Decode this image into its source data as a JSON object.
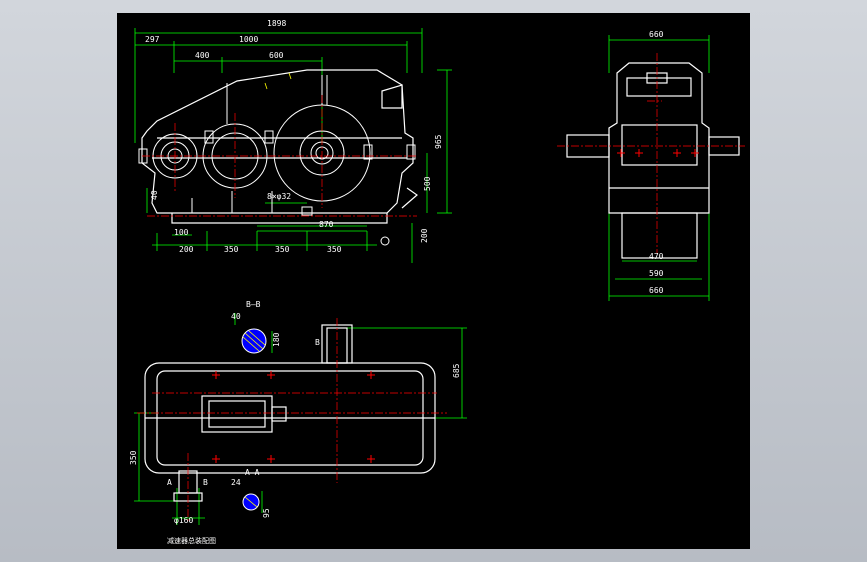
{
  "drawing": {
    "background": "#000000",
    "colors": {
      "outline": "#ffffff",
      "dimension": "#00ff00",
      "center": "#ff0000",
      "hatch": "#0000ff",
      "accent": "#ffff00"
    },
    "front_view": {
      "overall": "1898",
      "left_offset": "297",
      "span_top": "1000",
      "inner_400": "400",
      "inner_600": "600",
      "height_total": "965",
      "height_center": "500",
      "base_thick": "40",
      "bolt_label": "8×φ32",
      "bolt_span": "870",
      "base_100": "100",
      "seg_200": "200",
      "seg_350a": "350",
      "seg_350b": "350",
      "seg_350c": "350",
      "right_200": "200"
    },
    "side_view": {
      "top_width": "660",
      "bottom_inner": "470",
      "bottom_mid": "590",
      "bottom_outer": "660"
    },
    "top_view": {
      "height_right": "685",
      "height_left": "350",
      "section_label": "B—B",
      "shaft_dia": "φ160",
      "section_a": "A—A",
      "key_width_b": "40",
      "key_depth_b": "180",
      "key_width_a": "24",
      "key_depth_a": "95",
      "letter_a": "A",
      "letter_b": "B"
    },
    "caption": "减速器总装配图"
  }
}
